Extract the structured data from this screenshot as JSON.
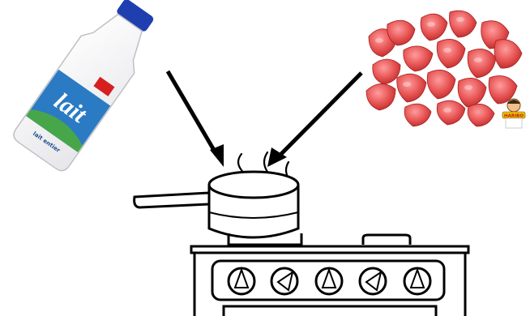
{
  "milk_bottle": {
    "label": "lait",
    "small_text": "lait entier",
    "icon": "milk-bottle-icon",
    "cap_color": "#1f3fb0",
    "label_color": "#2a7bc4"
  },
  "strawberries": {
    "icon": "strawberry-candies-icon",
    "color": "#e04a4a",
    "badge": "HARIBO"
  },
  "saucepan": {
    "icon": "saucepan-icon"
  },
  "stove": {
    "icon": "stove-icon",
    "knob_count": 5
  },
  "arrows": [
    {
      "from": "milk_bottle",
      "to": "saucepan"
    },
    {
      "from": "strawberries",
      "to": "saucepan"
    }
  ]
}
